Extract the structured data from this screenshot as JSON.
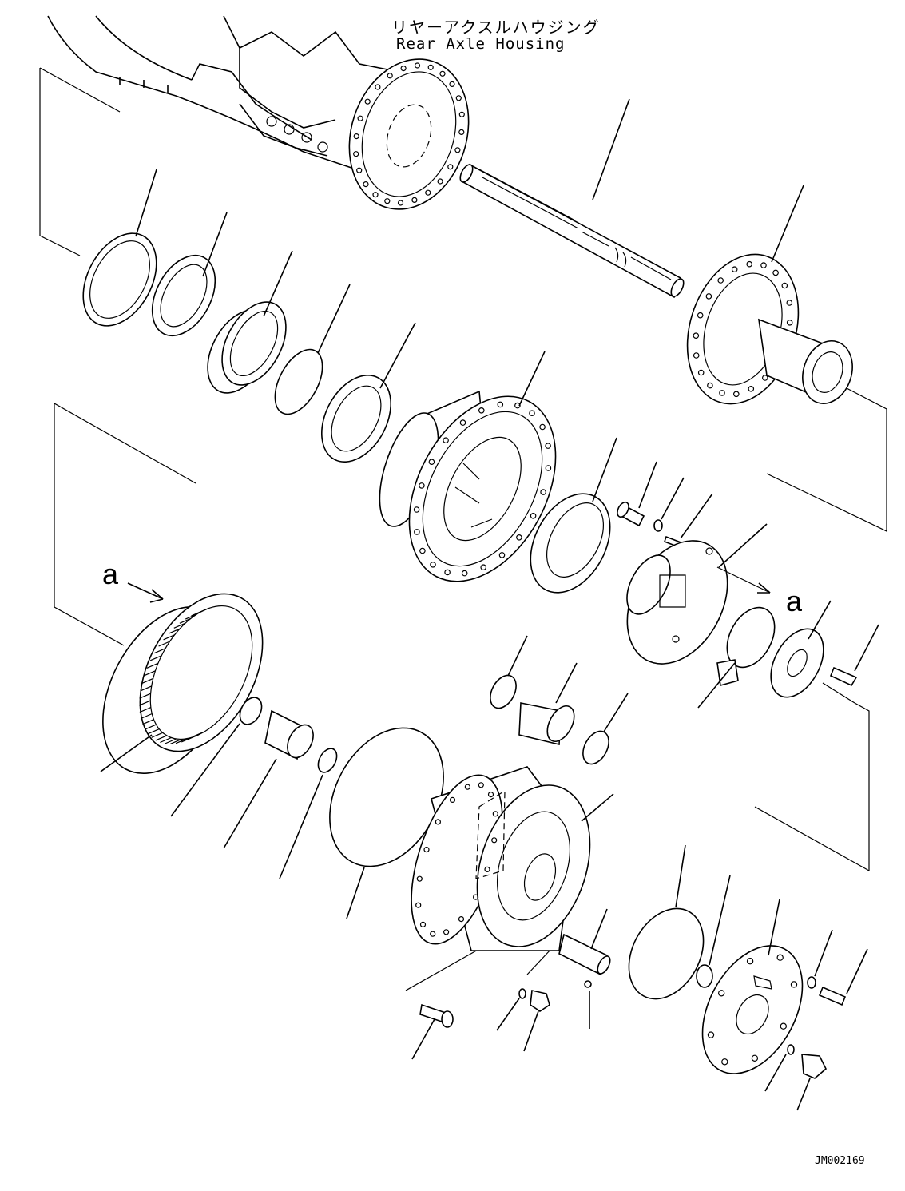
{
  "labels": {
    "housing_jp": "リヤーアクスルハウジング",
    "housing_en": "Rear Axle Housing",
    "callout_a_left": "a",
    "callout_a_right": "a",
    "drawing_number": "JM002169"
  },
  "colors": {
    "line": "#000000",
    "background": "#ffffff"
  }
}
